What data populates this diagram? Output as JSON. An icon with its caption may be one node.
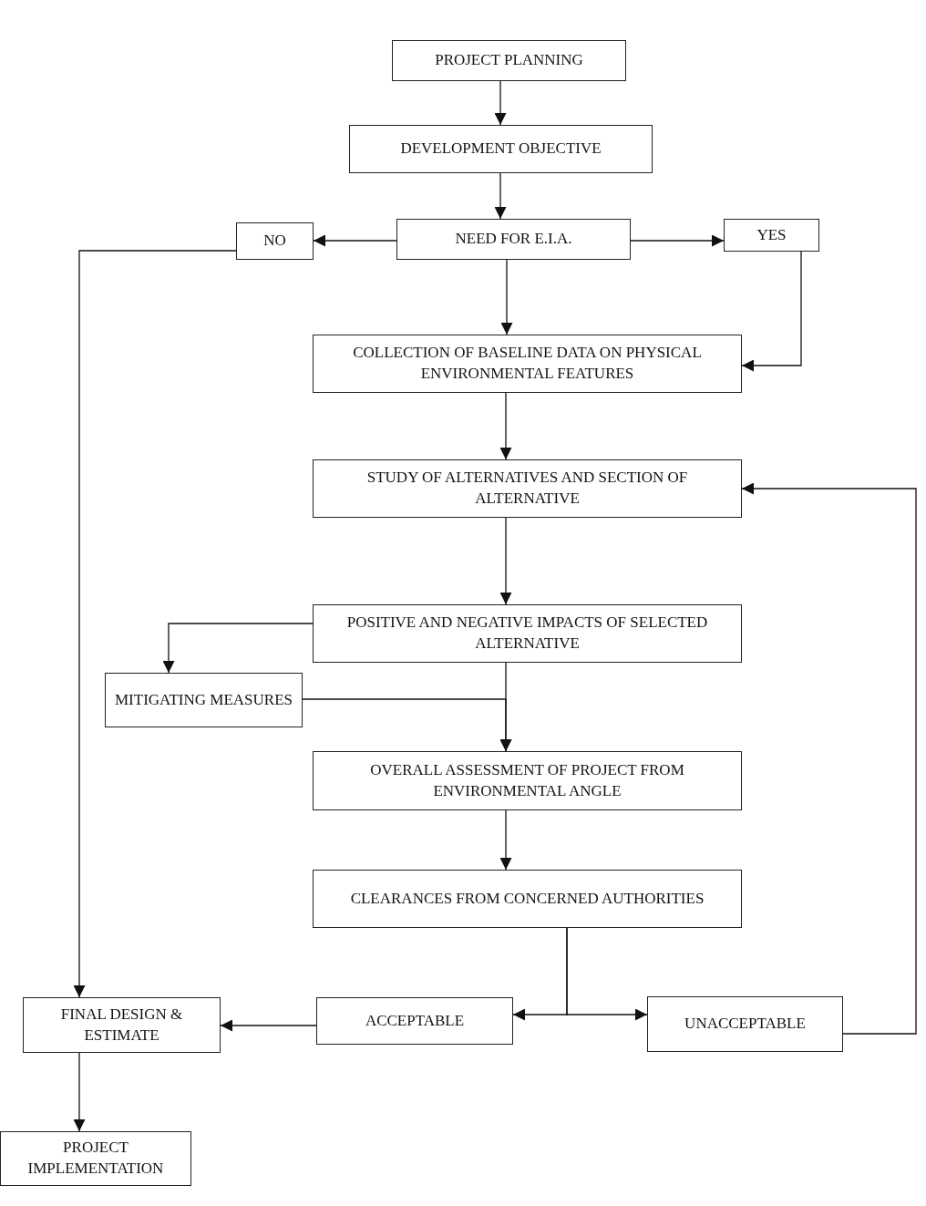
{
  "diagram": {
    "nodes": [
      {
        "text": [
          "PROJECT PLANNING"
        ]
      },
      {
        "text": [
          "DEVELOPMENT OBJECTIVE"
        ]
      },
      {
        "text": [
          "NEED FOR E.I.A."
        ]
      },
      {
        "text": [
          "NO"
        ]
      },
      {
        "text": [
          "YES"
        ]
      },
      {
        "text": [
          "COLLECTION OF BASELINE DATA ON PHYSICAL ENVIRONMENTAL FEATURES"
        ]
      },
      {
        "text": [
          "STUDY OF ALTERNATIVES AND SECTION OF ALTERNATIVE"
        ]
      },
      {
        "text": [
          "POSITIVE AND NEGATIVE IMPACTS OF SELECTED ALTERNATIVE"
        ]
      },
      {
        "text": [
          "MITIGATING MEASURES"
        ]
      },
      {
        "text": [
          "OVERALL ASSESSMENT OF PROJECT FROM ENVIRONMENTAL ANGLE"
        ]
      },
      {
        "text": [
          "CLEARANCES FROM CONCERNED AUTHORITIES"
        ]
      },
      {
        "text": [
          "FINAL DESIGN & ESTIMATE"
        ]
      },
      {
        "text": [
          "ACCEPTABLE"
        ]
      },
      {
        "text": [
          "UNACCEPTABLE"
        ]
      },
      {
        "text": [
          "PROJECT IMPLEMENTATION"
        ]
      }
    ],
    "edges": [
      {
        "from": 0,
        "to": 1,
        "arrow": "to"
      },
      {
        "from": 1,
        "to": 2,
        "arrow": "to"
      },
      {
        "from": 2,
        "to": 3,
        "arrow": "to"
      },
      {
        "from": 2,
        "to": 4,
        "arrow": "to"
      },
      {
        "from": 2,
        "to": 5,
        "arrow": "to"
      },
      {
        "from": 4,
        "to": 5,
        "arrow": "to"
      },
      {
        "from": 3,
        "to": 11,
        "arrow": "to"
      },
      {
        "from": 5,
        "to": 6,
        "arrow": "to"
      },
      {
        "from": 6,
        "to": 7,
        "arrow": "to"
      },
      {
        "from": 7,
        "to": 8,
        "arrow": "to"
      },
      {
        "from": 7,
        "to": 9,
        "arrow": "to"
      },
      {
        "from": 8,
        "to": 9,
        "arrow": "to"
      },
      {
        "from": 10,
        "to": 12,
        "arrow": "to"
      },
      {
        "from": 10,
        "to": 13,
        "arrow": "to"
      },
      {
        "from": 12,
        "to": 11,
        "arrow": "to"
      },
      {
        "from": 11,
        "to": 14,
        "arrow": "to"
      },
      {
        "from": 13,
        "to": 6,
        "arrow": "to"
      },
      {
        "from": 9,
        "to": 10,
        "arrow": "to"
      }
    ]
  }
}
